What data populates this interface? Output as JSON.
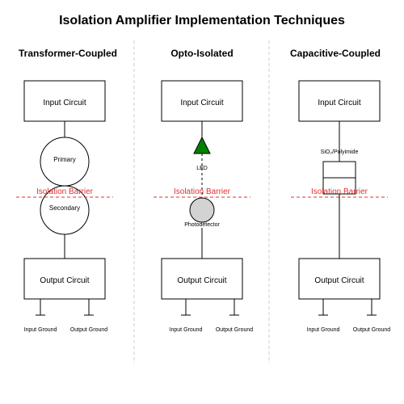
{
  "title": "Isolation Amplifier Implementation Techniques",
  "colors": {
    "barrier": "#e03030",
    "led": "#008000",
    "photodetector": "#d3d3d3",
    "divider": "#cccccc"
  },
  "columns": [
    {
      "title": "Transformer-Coupled",
      "input_label": "Input Circuit",
      "output_label": "Output Circuit",
      "coupler_top_label": "Primary",
      "coupler_bottom_label": "Secondary",
      "barrier_label": "Isolation Barrier",
      "ground_left": "Input Ground",
      "ground_right": "Output Ground"
    },
    {
      "title": "Opto-Isolated",
      "input_label": "Input Circuit",
      "output_label": "Output Circuit",
      "coupler_top_label": "LED",
      "coupler_bottom_label": "Photodetector",
      "barrier_label": "Isolation Barrier",
      "ground_left": "Input Ground",
      "ground_right": "Output Ground"
    },
    {
      "title": "Capacitive-Coupled",
      "input_label": "Input Circuit",
      "output_label": "Output Circuit",
      "coupler_top_label": "SiO₂/Polyimide",
      "barrier_label": "Isolation Barrier",
      "ground_left": "Input Ground",
      "ground_right": "Output Ground"
    }
  ]
}
